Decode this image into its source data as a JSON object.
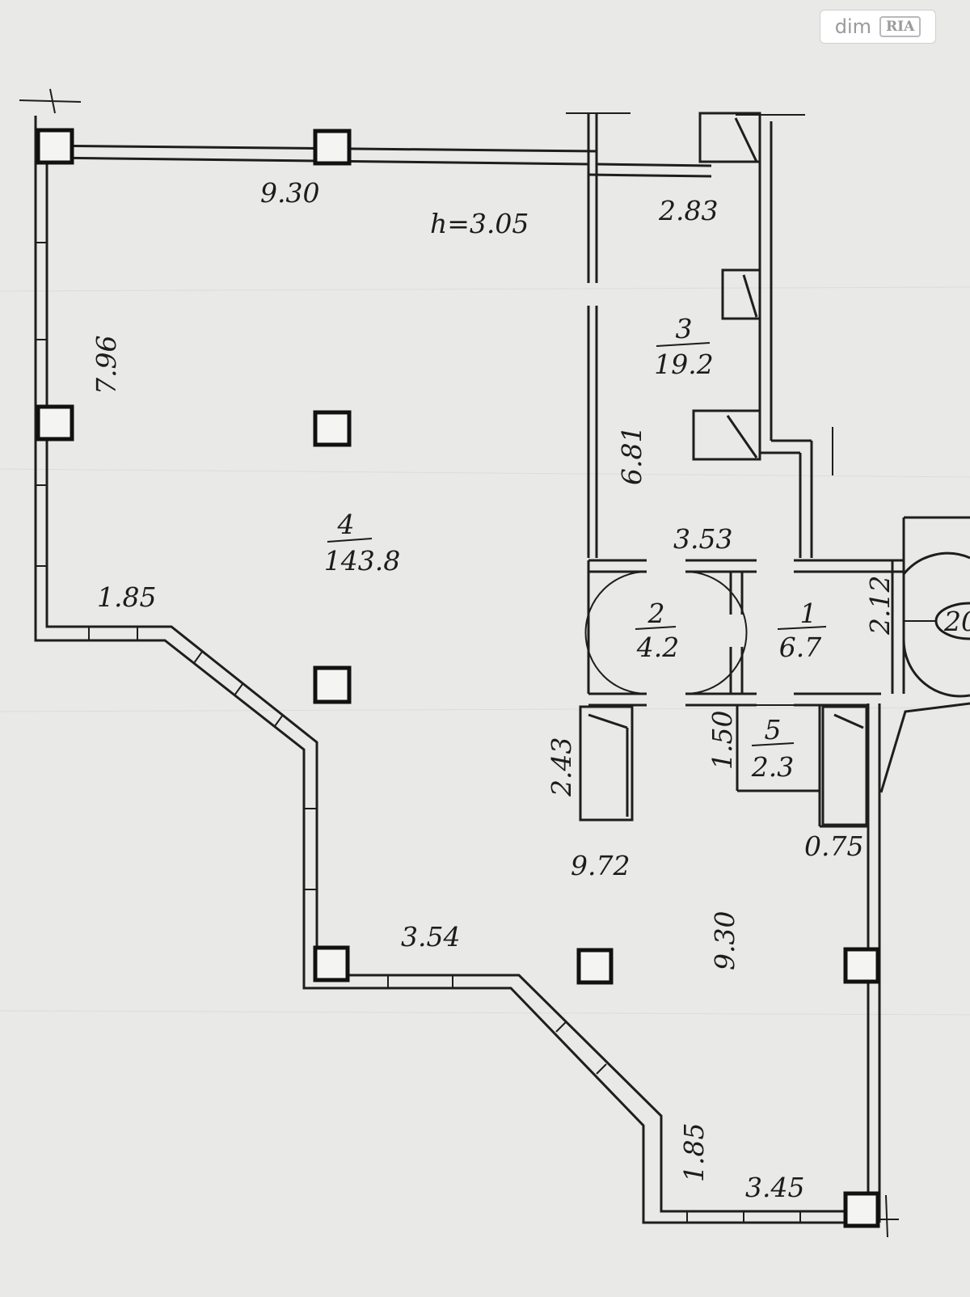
{
  "watermark": {
    "brand": "dim",
    "badge": "RIA"
  },
  "ceiling_height": "h=3.05",
  "rooms": [
    {
      "number": "4",
      "area": "143.8"
    },
    {
      "number": "3",
      "area": "19.2"
    },
    {
      "number": "2",
      "area": "4.2"
    },
    {
      "number": "1",
      "area": "6.7"
    },
    {
      "number": "5",
      "area": "2.3"
    }
  ],
  "dimensions": {
    "top_width": "9.30",
    "left_height": "7.96",
    "diagonal_upper": "1.85",
    "step_width": "3.54",
    "diagonal_lower": "1.85",
    "bottom_width": "3.45",
    "right_height": "9.30",
    "hall_width": "9.72",
    "closet_height": "2.43",
    "corridor_height": "6.81",
    "room3_width": "2.83",
    "room1_width": "3.53",
    "room1_height": "2.12",
    "room5_height": "1.50",
    "niche_width": "0.75"
  },
  "edge_label": "20"
}
